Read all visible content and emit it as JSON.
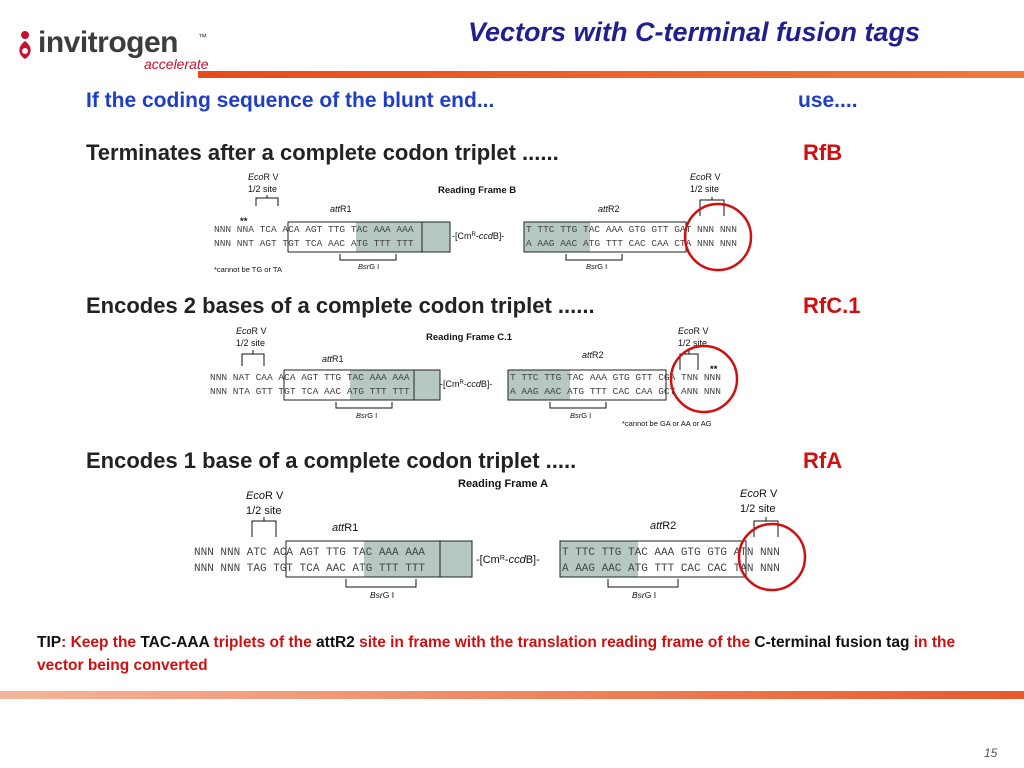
{
  "header": {
    "logo_text": "invitrogen",
    "logo_tm": "™",
    "logo_tagline": "accelerate",
    "title": "Vectors with C-terminal fusion tags"
  },
  "table_header": {
    "left": "If the coding sequence of the blunt end...",
    "right": "use...."
  },
  "rows": [
    {
      "text": "Terminates after a complete codon triplet ......",
      "label": "RfB"
    },
    {
      "text": "Encodes 2 bases of a complete codon triplet ......",
      "label": "RfC.1"
    },
    {
      "text": "Encodes 1 base of a complete codon triplet .....",
      "label": "RfA"
    }
  ],
  "diagrams": {
    "b": {
      "frame_title": "Reading Frame B",
      "eco_left_a": "Eco",
      "eco_left_b": "R V",
      "eco_left_c": "1/2 site",
      "eco_right_a": "Eco",
      "eco_right_b": "R V",
      "eco_right_c": "1/2 site",
      "attr1_a": "att",
      "attr1_b": "R1",
      "attr2_a": "att",
      "attr2_b": "R2",
      "stars_left": "**",
      "seq_top_l": "NNN NNA TCA ACA AGT TTG TAC AAA AAA",
      "seq_bot_l": "NNN NNT AGT TGT TCA AAC ATG TTT TTT",
      "cm_a": "-[Cm",
      "cm_b": "R",
      "cm_c": "-",
      "cm_d": "ccd",
      "cm_e": "B]-",
      "seq_top_r": "T TTC TTG TAC AAA GTG GTT GAT NNN NNN",
      "seq_bot_r": "A AAG AAC ATG TTT CAC CAA CTA NNN NNN",
      "bsrg_l_a": "Bsr",
      "bsrg_l_b": "G I",
      "bsrg_r_a": "Bsr",
      "bsrg_r_b": "G I",
      "footnote": "*cannot be TG or TA"
    },
    "c1": {
      "frame_title": "Reading Frame C.1",
      "eco_left_a": "Eco",
      "eco_left_b": "R V",
      "eco_left_c": "1/2 site",
      "eco_right_a": "Eco",
      "eco_right_b": "R V",
      "eco_right_c": "1/2 site",
      "attr1_a": "att",
      "attr1_b": "R1",
      "attr2_a": "att",
      "attr2_b": "R2",
      "stars_right": "**",
      "seq_top_l": "NNN NAT CAA ACA AGT TTG TAC AAA AAA",
      "seq_bot_l": "NNN NTA GTT TGT TCA AAC ATG TTT TTT",
      "cm_a": "-[Cm",
      "cm_b": "R",
      "cm_c": "-",
      "cm_d": "ccd",
      "cm_e": "B]-",
      "seq_top_r": "T TTC TTG TAC AAA GTG GTT CGA TNN NNN",
      "seq_bot_r": "A AAG AAC ATG TTT CAC CAA GCT ANN NNN",
      "bsrg_l_a": "Bsr",
      "bsrg_l_b": "G I",
      "bsrg_r_a": "Bsr",
      "bsrg_r_b": "G I",
      "footnote": "*cannot be GA or AA or AG"
    },
    "a": {
      "frame_title": "Reading Frame A",
      "eco_left_a": "Eco",
      "eco_left_b": "R V",
      "eco_left_c": "1/2 site",
      "eco_right_a": "Eco",
      "eco_right_b": "R V",
      "eco_right_c": "1/2 site",
      "attr1_a": "att",
      "attr1_b": "R1",
      "attr2_a": "att",
      "attr2_b": "R2",
      "seq_top_l": "NNN NNN ATC ACA AGT TTG TAC AAA AAA",
      "seq_bot_l": "NNN NNN TAG TGT TCA AAC ATG TTT TTT",
      "cm_a": "-[Cm",
      "cm_b": "R",
      "cm_c": "-",
      "cm_d": "ccd",
      "cm_e": "B]-",
      "seq_top_r": "T TTC TTG TAC AAA GTG GTG ATN NNN",
      "seq_bot_r": "A AAG AAC ATG TTT CAC CAC TAN NNN",
      "bsrg_l_a": "Bsr",
      "bsrg_l_b": "G I",
      "bsrg_r_a": "Bsr",
      "bsrg_r_b": "G I"
    }
  },
  "tip": {
    "p1": "TIP",
    "p2": ":   Keep the ",
    "p3": "TAC-AAA",
    "p4": " triplets of the ",
    "p5": "attR2",
    "p6": " site in frame with the translation reading frame of the ",
    "p7": "C-terminal fusion tag",
    "p8": " in the vector being converted"
  },
  "page_number": "15",
  "colors": {
    "title": "#1f1f8f",
    "header_blue": "#1f3ec8",
    "accent_red": "#d01010",
    "box_fill": "#b7c8c4"
  }
}
